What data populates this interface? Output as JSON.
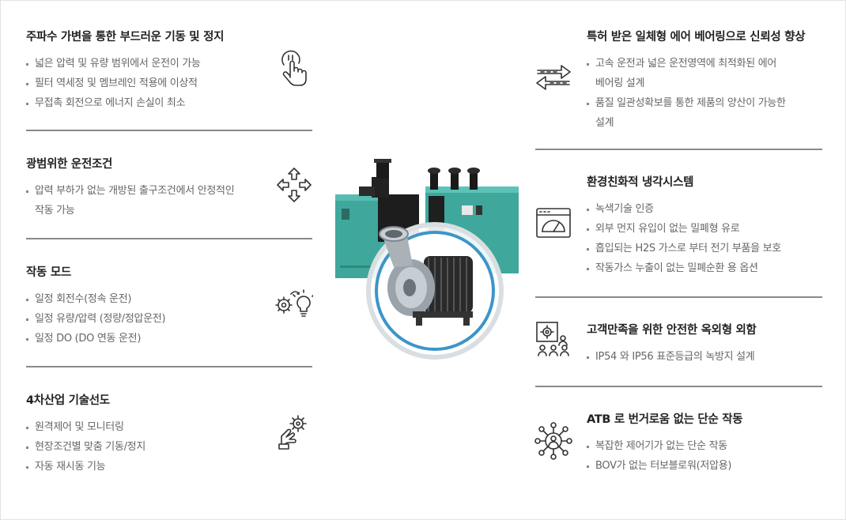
{
  "left": [
    {
      "title": "주파수 가변을 통한 부드러운 기동 및 정지",
      "icon": "touch-hand-icon",
      "items": [
        "넓은 압력 및 유량 범위에서 운전이 가능",
        "필터 역세정 및 멤브레인 적용에 이상적",
        "무접촉 회전으로 에너지 손실이 최소"
      ]
    },
    {
      "title": "광범위한 운전조건",
      "icon": "expand-arrows-icon",
      "items": [
        "압력 부하가 없는 개방된 출구조건에서 안정적인",
        "작동 가능"
      ]
    },
    {
      "title": "작동 모드",
      "icon": "gear-bulb-icon",
      "items": [
        "일정 회전수(정속 운전)",
        "일정 유량/압력 (정량/정압운전)",
        "일정 DO (DO 연동 운전)"
      ]
    },
    {
      "title": "4차산업 기술선도",
      "icon": "hand-gear-icon",
      "items": [
        "원격제어 및 모니터링",
        "현장조건별 맞춤 기동/정지",
        "자동 재시동 기능"
      ]
    }
  ],
  "right": [
    {
      "title": "특허 받은 일체형 에어 베어링으로 신뢰성 향상",
      "icon": "exchange-arrows-icon",
      "items": [
        "고속 운전과 넓은 운전영역에 최적화된 에어",
        "베어링 설계",
        "품질 일관성확보를 통한 제품의 양산이 가능한",
        "설계"
      ]
    },
    {
      "title": "환경친화적 냉각시스템",
      "icon": "gauge-window-icon",
      "items": [
        "녹색기술 인증",
        "외부 먼지 유입이 없는 밀폐형 유로",
        "흡입되는 H2S 가스로 부터 전기 부품을 보호",
        "작동가스 누출이 없는 밀폐순환 용 옵션"
      ]
    },
    {
      "title": "고객만족을 위한 안전한 옥외형 외함",
      "icon": "team-gear-icon",
      "items": [
        "IP54 와 IP56 표준등급의 녹방지 설계"
      ]
    },
    {
      "title": "ATB 로 번거로움 없는 단순 작동",
      "icon": "user-network-icon",
      "items": [
        "복잡한 제어기가 없는 단순 작동",
        "BOV가 없는 터보블로워(저압용)"
      ]
    }
  ],
  "colors": {
    "accent": "#3d95c8",
    "machine": "#3fa79c"
  }
}
